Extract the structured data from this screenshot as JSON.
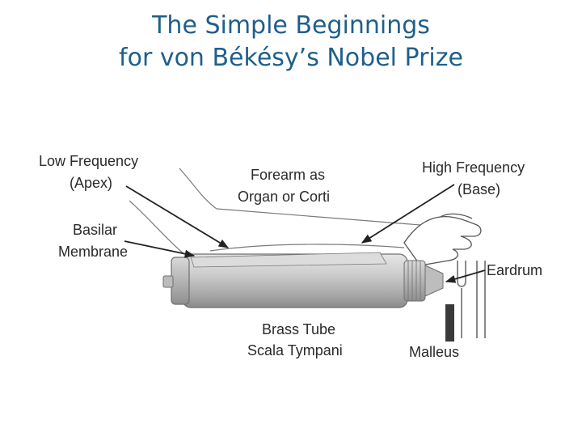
{
  "title": {
    "line1": "The Simple Beginnings",
    "line2": "for von Békésy’s Nobel Prize"
  },
  "diagram": {
    "labels": {
      "low_freq_line1": "Low Frequency",
      "low_freq_line2": "(Apex)",
      "basilar_line1": "Basilar",
      "basilar_line2": "Membrane",
      "forearm_line1": "Forearm as",
      "forearm_line2": "Organ or Corti",
      "high_freq_line1": "High Frequency",
      "high_freq_line2": "(Base)",
      "eardrum": "Eardrum",
      "brass_line1": "Brass Tube",
      "brass_line2": "Scala Tympani",
      "malleus": "Malleus"
    },
    "colors": {
      "title": "#1f5f8b",
      "tube": "#c4c4c4",
      "tube_dark": "#8d8d8d",
      "lines": "#222222"
    }
  }
}
